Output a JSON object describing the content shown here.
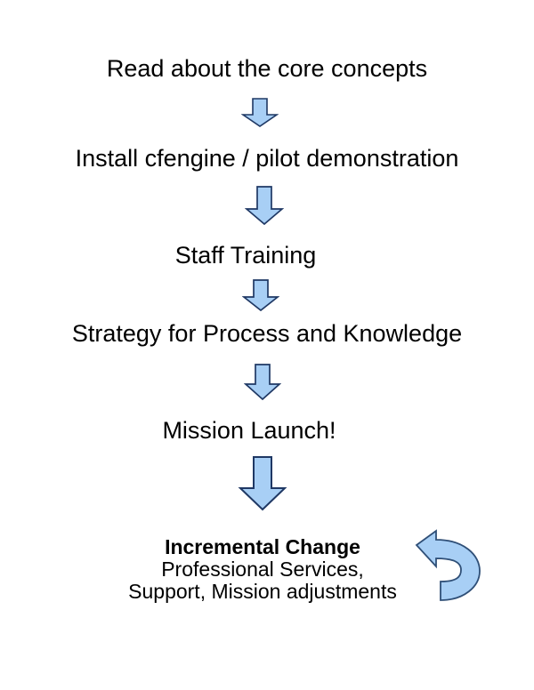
{
  "diagram": {
    "title": "cfengine adoption roadmap flowchart",
    "background_color": "#ffffff",
    "arrow_fill_color": "#A8CFF5",
    "arrow_stroke_color": "#1F3864",
    "text_color": "#000000",
    "steps": [
      {
        "id": "step-1",
        "label": "Read about the core concepts"
      },
      {
        "id": "step-2",
        "label": "Install cfengine / pilot demonstration"
      },
      {
        "id": "step-3",
        "label": "Staff Training"
      },
      {
        "id": "step-4",
        "label": "Strategy for Process and Knowledge"
      },
      {
        "id": "step-5",
        "label": "Mission Launch!"
      }
    ],
    "connectors": [
      {
        "id": "connector-1",
        "icon": "down-arrow-icon"
      },
      {
        "id": "connector-2",
        "icon": "down-arrow-icon"
      },
      {
        "id": "connector-3",
        "icon": "down-arrow-icon"
      },
      {
        "id": "connector-4",
        "icon": "down-arrow-icon"
      },
      {
        "id": "connector-5",
        "icon": "down-arrow-icon"
      }
    ],
    "final_step": {
      "title": "Incremental Change",
      "line_1": "Professional Services,",
      "line_2": "Support, Mission adjustments",
      "loop_icon": "circular-loop-arrow-icon"
    }
  }
}
